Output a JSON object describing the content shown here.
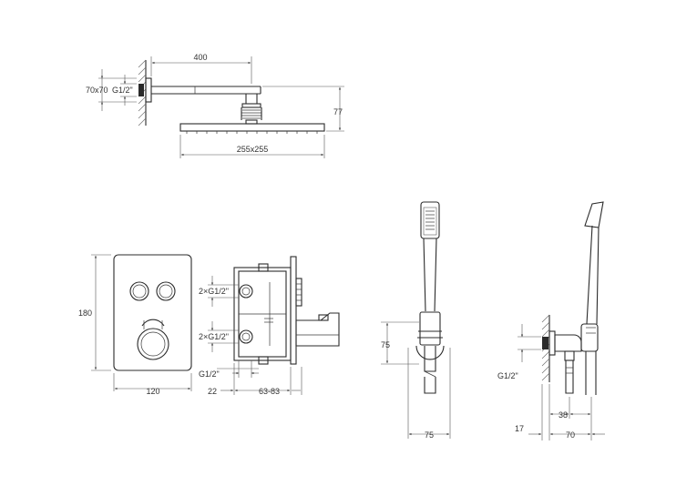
{
  "dimensions": {
    "arm_length": "400",
    "flange": "70x70",
    "thread_top": "G1/2\"",
    "drop": "77",
    "head_size": "255x255",
    "panel_height": "180",
    "panel_width": "120",
    "outlet_top": "2×G1/2\"",
    "outlet_bottom": "2×G1/2\"",
    "inlet": "G1/2\"",
    "depth_min": "22",
    "depth_range": "63-83",
    "holder_height": "75",
    "holder_width": "75",
    "elbow_thread": "G1/2\"",
    "elbow_38": "38",
    "elbow_17": "17",
    "elbow_70": "70"
  }
}
